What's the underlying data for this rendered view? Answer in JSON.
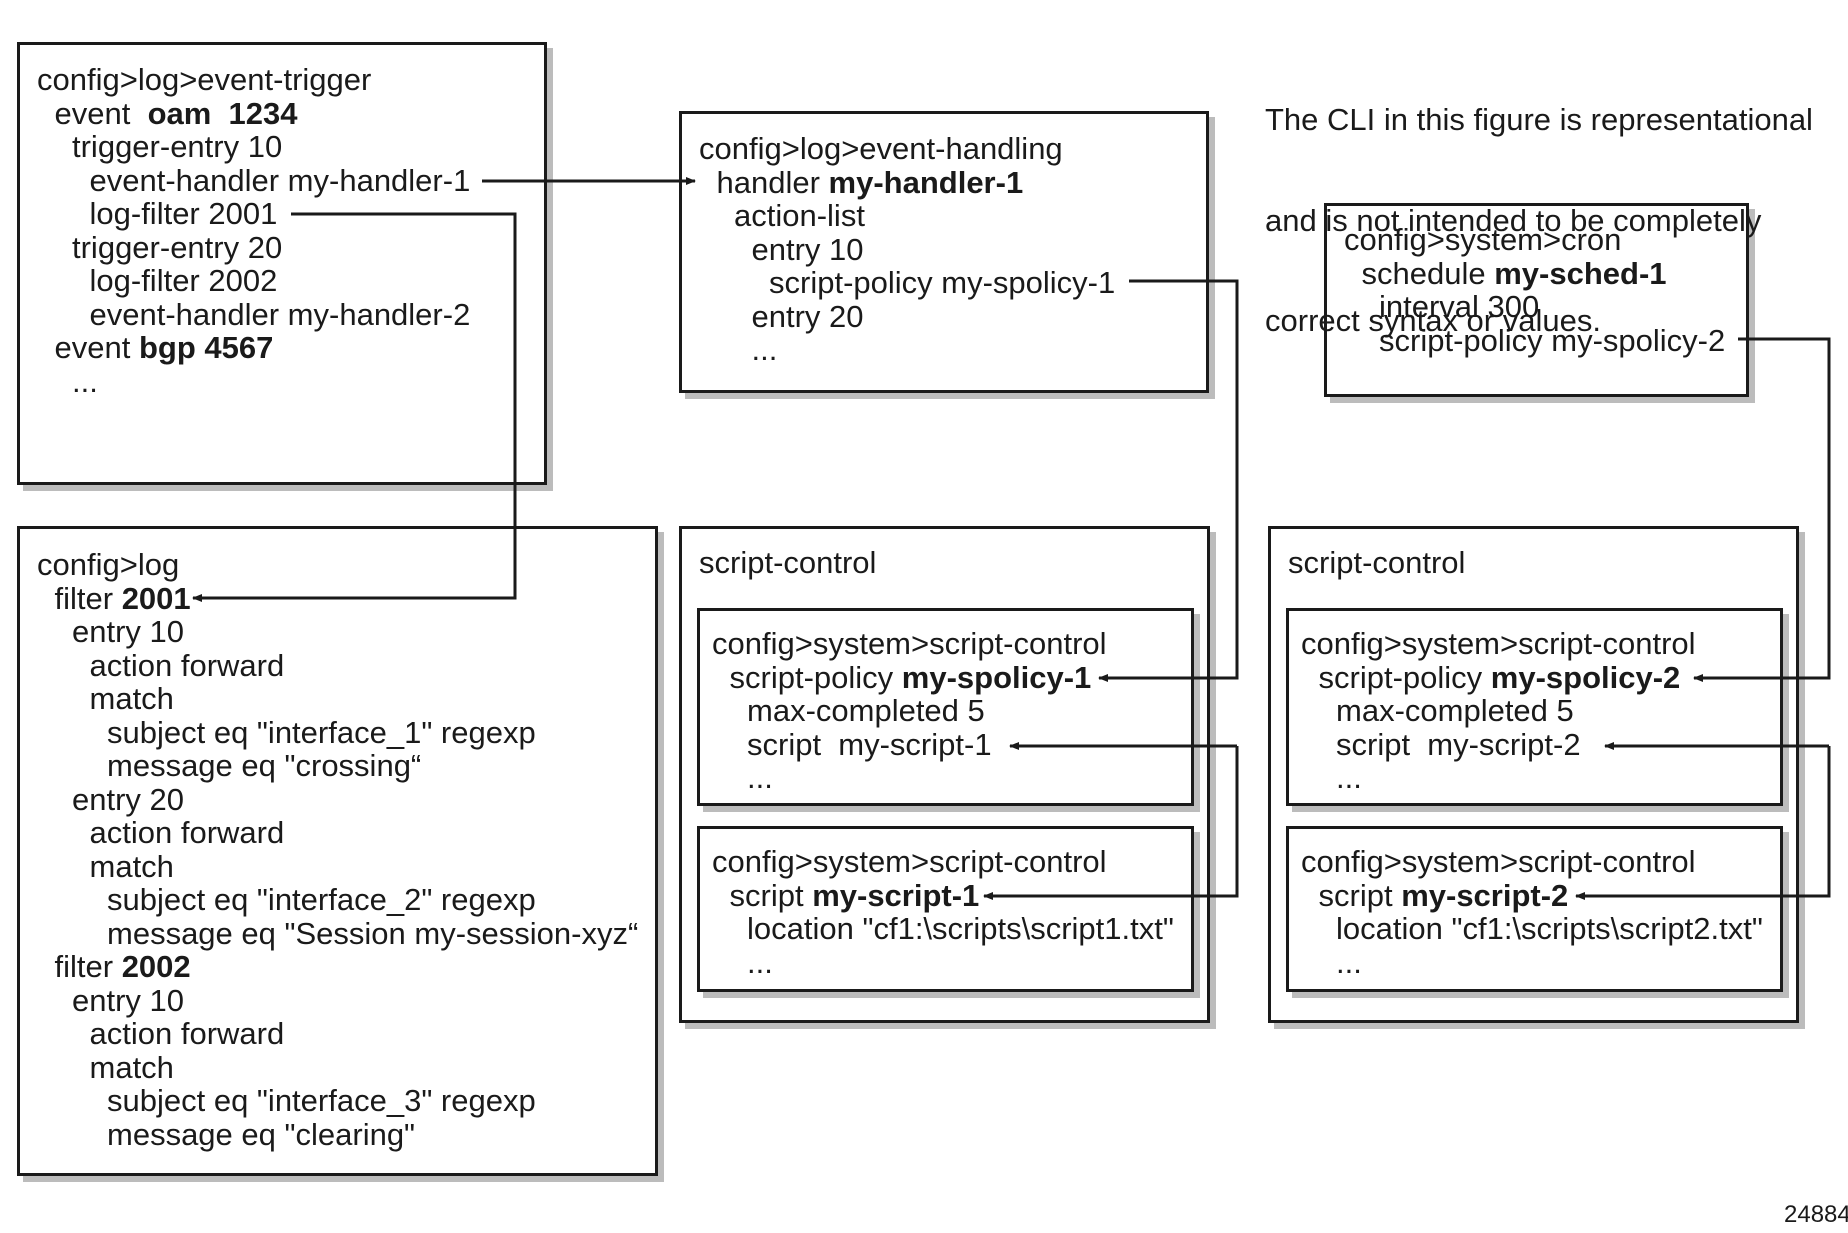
{
  "event_trigger_box": {
    "lines": [
      {
        "indent": 0,
        "segments": [
          {
            "t": "config>log>event-trigger"
          }
        ]
      },
      {
        "indent": 1,
        "segments": [
          {
            "t": "event  "
          },
          {
            "t": "oam  1234",
            "b": true
          }
        ]
      },
      {
        "indent": 2,
        "segments": [
          {
            "t": "trigger-entry 10"
          }
        ]
      },
      {
        "indent": 3,
        "segments": [
          {
            "t": "event-handler my-handler-1"
          }
        ]
      },
      {
        "indent": 3,
        "segments": [
          {
            "t": "log-filter 2001"
          }
        ]
      },
      {
        "indent": 2,
        "segments": [
          {
            "t": "trigger-entry 20"
          }
        ]
      },
      {
        "indent": 3,
        "segments": [
          {
            "t": "log-filter 2002"
          }
        ]
      },
      {
        "indent": 3,
        "segments": [
          {
            "t": "event-handler my-handler-2"
          }
        ]
      },
      {
        "indent": 1,
        "segments": [
          {
            "t": "event "
          },
          {
            "t": "bgp 4567",
            "b": true
          }
        ]
      },
      {
        "indent": 2,
        "segments": [
          {
            "t": "..."
          }
        ]
      }
    ]
  },
  "log_filter_box": {
    "lines": [
      {
        "indent": 0,
        "segments": [
          {
            "t": "config>log"
          }
        ]
      },
      {
        "indent": 1,
        "segments": [
          {
            "t": "filter "
          },
          {
            "t": "2001",
            "b": true
          }
        ]
      },
      {
        "indent": 2,
        "segments": [
          {
            "t": "entry 10"
          }
        ]
      },
      {
        "indent": 3,
        "segments": [
          {
            "t": "action forward"
          }
        ]
      },
      {
        "indent": 3,
        "segments": [
          {
            "t": "match"
          }
        ]
      },
      {
        "indent": 4,
        "segments": [
          {
            "t": "subject eq \"interface_1\" regexp"
          }
        ]
      },
      {
        "indent": 4,
        "segments": [
          {
            "t": "message eq \"crossing“"
          }
        ]
      },
      {
        "indent": 2,
        "segments": [
          {
            "t": "entry 20"
          }
        ]
      },
      {
        "indent": 3,
        "segments": [
          {
            "t": "action forward"
          }
        ]
      },
      {
        "indent": 3,
        "segments": [
          {
            "t": "match"
          }
        ]
      },
      {
        "indent": 4,
        "segments": [
          {
            "t": "subject eq \"interface_2\" regexp"
          }
        ]
      },
      {
        "indent": 4,
        "segments": [
          {
            "t": "message eq \"Session my-session-xyz“"
          }
        ]
      },
      {
        "indent": 1,
        "segments": [
          {
            "t": "filter "
          },
          {
            "t": "2002",
            "b": true
          }
        ]
      },
      {
        "indent": 2,
        "segments": [
          {
            "t": "entry 10"
          }
        ]
      },
      {
        "indent": 3,
        "segments": [
          {
            "t": "action forward"
          }
        ]
      },
      {
        "indent": 3,
        "segments": [
          {
            "t": "match"
          }
        ]
      },
      {
        "indent": 4,
        "segments": [
          {
            "t": "subject eq \"interface_3\" regexp"
          }
        ]
      },
      {
        "indent": 4,
        "segments": [
          {
            "t": "message eq \"clearing\""
          }
        ]
      }
    ]
  },
  "event_handling_box": {
    "lines": [
      {
        "indent": 0,
        "segments": [
          {
            "t": "config>log>event-handling"
          }
        ]
      },
      {
        "indent": 1,
        "segments": [
          {
            "t": "handler "
          },
          {
            "t": "my-handler-1",
            "b": true
          }
        ]
      },
      {
        "indent": 2,
        "segments": [
          {
            "t": "action-list"
          }
        ]
      },
      {
        "indent": 3,
        "segments": [
          {
            "t": "entry 10"
          }
        ]
      },
      {
        "indent": 4,
        "segments": [
          {
            "t": "script-policy my-spolicy-1"
          }
        ]
      },
      {
        "indent": 3,
        "segments": [
          {
            "t": "entry 20"
          }
        ]
      },
      {
        "indent": 3,
        "segments": [
          {
            "t": "..."
          }
        ]
      }
    ]
  },
  "cron_box": {
    "lines": [
      {
        "indent": 0,
        "segments": [
          {
            "t": "config>system>cron"
          }
        ]
      },
      {
        "indent": 1,
        "segments": [
          {
            "t": "schedule "
          },
          {
            "t": "my-sched-1",
            "b": true
          }
        ]
      },
      {
        "indent": 2,
        "segments": [
          {
            "t": "interval 300"
          }
        ]
      },
      {
        "indent": 2,
        "segments": [
          {
            "t": "script-policy my-spolicy-2"
          }
        ]
      }
    ]
  },
  "script_control_1": {
    "title": "script-control",
    "policy_box": {
      "lines": [
        {
          "indent": 0,
          "segments": [
            {
              "t": "config>system>script-control"
            }
          ]
        },
        {
          "indent": 1,
          "segments": [
            {
              "t": "script-policy "
            },
            {
              "t": "my-spolicy-1",
              "b": true
            }
          ]
        },
        {
          "indent": 2,
          "segments": [
            {
              "t": "max-completed 5"
            }
          ]
        },
        {
          "indent": 2,
          "segments": [
            {
              "t": "script  my-script-1"
            }
          ]
        },
        {
          "indent": 2,
          "segments": [
            {
              "t": "..."
            }
          ]
        }
      ]
    },
    "script_box": {
      "lines": [
        {
          "indent": 0,
          "segments": [
            {
              "t": "config>system>script-control"
            }
          ]
        },
        {
          "indent": 1,
          "segments": [
            {
              "t": "script "
            },
            {
              "t": "my-script-1",
              "b": true
            }
          ]
        },
        {
          "indent": 2,
          "segments": [
            {
              "t": "location \"cf1:\\scripts\\script1.txt\""
            }
          ]
        },
        {
          "indent": 2,
          "segments": [
            {
              "t": "..."
            }
          ]
        }
      ]
    }
  },
  "script_control_2": {
    "title": "script-control",
    "policy_box": {
      "lines": [
        {
          "indent": 0,
          "segments": [
            {
              "t": "config>system>script-control"
            }
          ]
        },
        {
          "indent": 1,
          "segments": [
            {
              "t": "script-policy "
            },
            {
              "t": "my-spolicy-2",
              "b": true
            }
          ]
        },
        {
          "indent": 2,
          "segments": [
            {
              "t": "max-completed 5"
            }
          ]
        },
        {
          "indent": 2,
          "segments": [
            {
              "t": "script  my-script-2"
            }
          ]
        },
        {
          "indent": 2,
          "segments": [
            {
              "t": "..."
            }
          ]
        }
      ]
    },
    "script_box": {
      "lines": [
        {
          "indent": 0,
          "segments": [
            {
              "t": "config>system>script-control"
            }
          ]
        },
        {
          "indent": 1,
          "segments": [
            {
              "t": "script "
            },
            {
              "t": "my-script-2",
              "b": true
            }
          ]
        },
        {
          "indent": 2,
          "segments": [
            {
              "t": "location \"cf1:\\scripts\\script2.txt\""
            }
          ]
        },
        {
          "indent": 2,
          "segments": [
            {
              "t": "..."
            }
          ]
        }
      ]
    }
  },
  "note": {
    "lines": [
      "The CLI in this figure is representational",
      "and is not intended to be completely",
      "correct syntax or values."
    ]
  },
  "figure_id": "24884",
  "colors": {
    "stroke": "#1a1a1a",
    "shadow": "#bcbcbc",
    "background": "#ffffff"
  }
}
